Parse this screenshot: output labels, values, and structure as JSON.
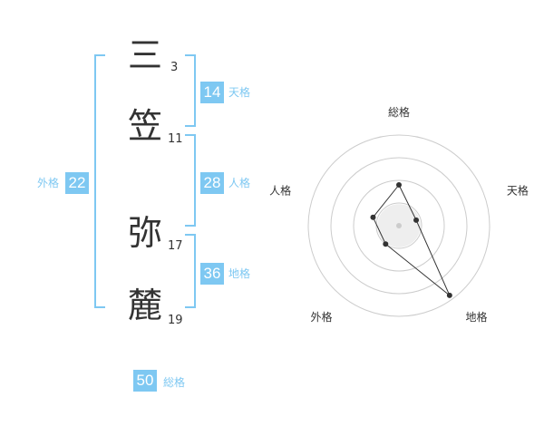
{
  "name_chars": [
    {
      "char": "三",
      "strokes": "3"
    },
    {
      "char": "笠",
      "strokes": "11"
    },
    {
      "char": "弥",
      "strokes": "17"
    },
    {
      "char": "麓",
      "strokes": "19"
    }
  ],
  "fortunes": {
    "tenkaku": {
      "value": "14",
      "label": "天格"
    },
    "jinkaku": {
      "value": "28",
      "label": "人格"
    },
    "chikaku": {
      "value": "36",
      "label": "地格"
    },
    "gaikaku": {
      "value": "22",
      "label": "外格"
    },
    "soukaku": {
      "value": "50",
      "label": "総格"
    }
  },
  "colors": {
    "accent": "#7ec8f2",
    "text": "#333333",
    "grid": "#cccccc"
  },
  "chart_data": {
    "type": "radar",
    "axes": [
      "総格",
      "天格",
      "地格",
      "外格",
      "人格"
    ],
    "values": [
      0.45,
      0.2,
      0.95,
      0.25,
      0.3
    ],
    "rings": 4
  }
}
